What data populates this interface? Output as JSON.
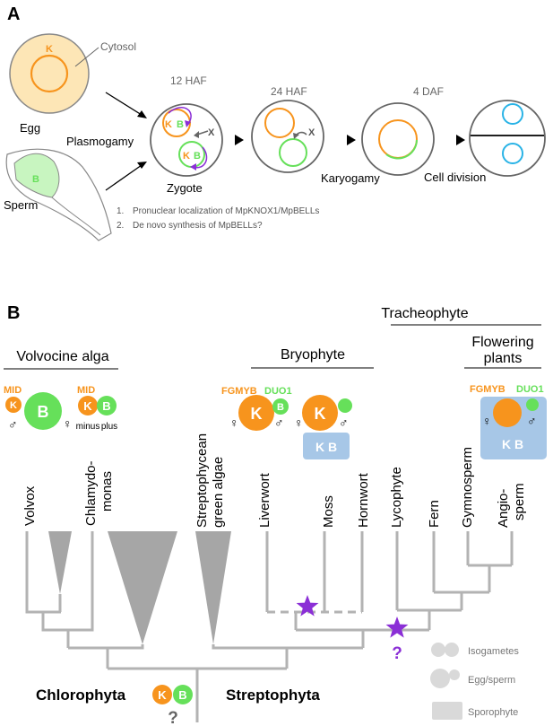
{
  "colors": {
    "orange": "#f7941d",
    "green": "#66e05a",
    "egg_fill": "#fde6b6",
    "sperm_fill": "#c8f5c0",
    "sporophyte": "#a7c7e7",
    "tree": "#b3b3b3",
    "triangle": "#a6a6a6",
    "purple": "#8b2fd6",
    "blue_nucleus": "#29b3e6",
    "text_gray": "#666666"
  },
  "panel_a": {
    "label": "A",
    "cytosol": "Cytosol",
    "egg": "Egg",
    "sperm": "Sperm",
    "k": "K",
    "b": "B",
    "plasmogamy": "Plasmogamy",
    "zygote": "Zygote",
    "stages": [
      "12 HAF",
      "24 HAF",
      "4 DAF"
    ],
    "karyogamy": "Karyogamy",
    "cell_division": "Cell division",
    "x_mark": "X",
    "notes": [
      {
        "num": "1.",
        "text": "Pronuclear localization of MpKNOX1/MpBELLs"
      },
      {
        "num": "2.",
        "text": "De novo synthesis of MpBELLs?"
      }
    ]
  },
  "panel_b": {
    "label": "B",
    "tracheophyte": "Tracheophyte",
    "volvocine": "Volvocine alga",
    "bryophyte": "Bryophyte",
    "flowering": [
      "Flowering",
      "plants"
    ],
    "mid": "MID",
    "fgmyb": "FGMYB",
    "duo1": "DUO1",
    "k": "K",
    "b": "B",
    "kb": "K B",
    "female": "♀",
    "male": "♂",
    "minus": "minus",
    "plus": "plus",
    "taxa": {
      "volvox": "Volvox",
      "chlamydomonas": [
        "Chlamydo-",
        "monas"
      ],
      "streptophycean": [
        "Streptophycean",
        "green algae"
      ],
      "liverwort": "Liverwort",
      "moss": "Moss",
      "hornwort": "Hornwort",
      "lycophyte": "Lycophyte",
      "fern": "Fern",
      "gymnosperm": "Gymnosperm",
      "angiosperm": [
        "Angio-",
        "sperm"
      ]
    },
    "chlorophyta": "Chlorophyta",
    "streptophyta": "Streptophyta",
    "question": "?",
    "legend": {
      "isogametes": "Isogametes",
      "egg_sperm": "Egg/sperm",
      "sporophyte": "Sporophyte"
    }
  }
}
